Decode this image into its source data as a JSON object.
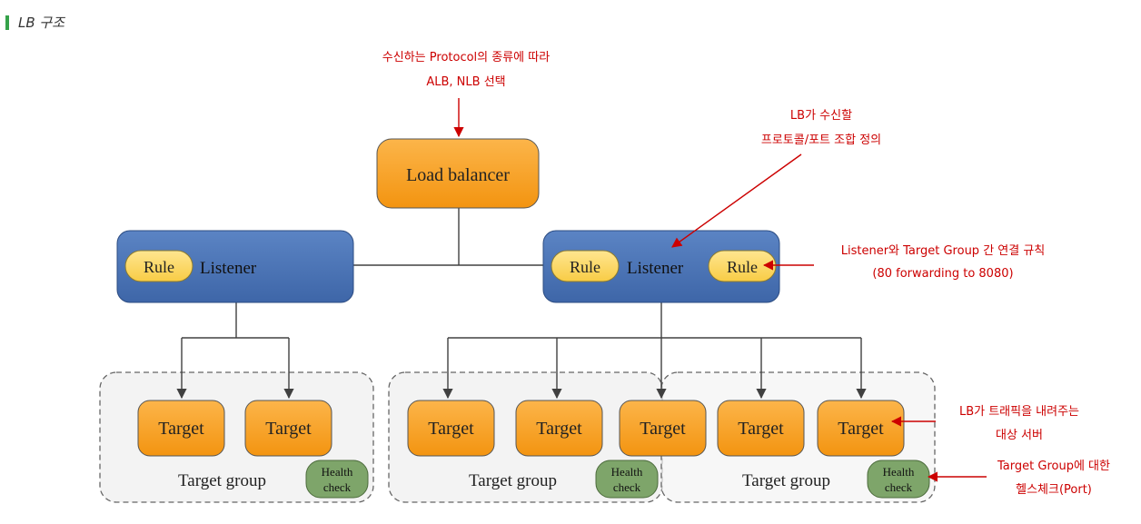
{
  "heading": "LB 구조",
  "load_balancer": {
    "label": "Load balancer"
  },
  "listener_left": {
    "label": "Listener",
    "rule": "Rule"
  },
  "listener_right": {
    "label": "Listener",
    "rule_left": "Rule",
    "rule_right": "Rule"
  },
  "target_label": "Target",
  "target_group_label": "Target group",
  "health_check": {
    "line1": "Health",
    "line2": "check"
  },
  "annotations": {
    "protocol": [
      "수신하는 Protocol의 종류에 따라",
      "ALB, NLB 선택"
    ],
    "listener": [
      "LB가 수신할",
      "프로토콜/포트 조합 정의"
    ],
    "rule": [
      "Listener와 Target Group 간 연결 규칙",
      "(80 forwarding to 8080)"
    ],
    "target": [
      "LB가 트래픽을 내려주는",
      "대상 서버"
    ],
    "health": [
      "Target Group에 대한",
      "헬스체크(Port)"
    ]
  },
  "colors": {
    "orange": "#f7a020",
    "blue": "#4a73b5",
    "rule": "#ffd766",
    "health": "#7ea56a",
    "annotation": "#cc0000",
    "heading_bar": "#35a24a"
  }
}
